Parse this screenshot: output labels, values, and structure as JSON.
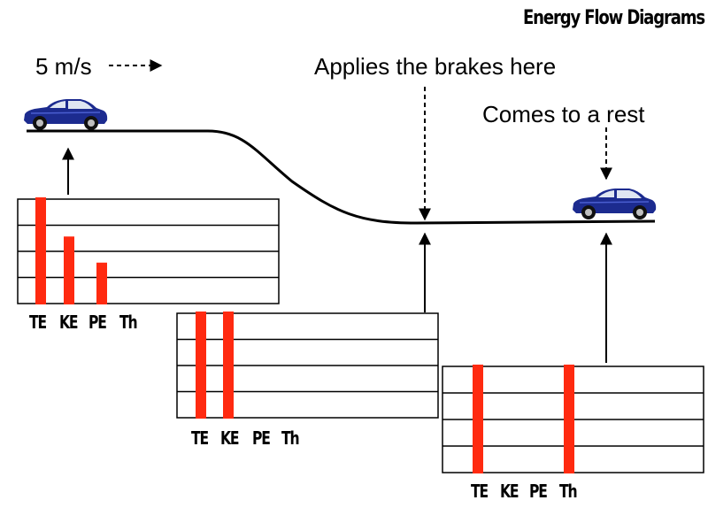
{
  "title": "Energy Flow Diagrams",
  "annotations": {
    "speed": "5 m/s",
    "brakes": "Applies the brakes here",
    "rest": "Comes to a rest"
  },
  "colors": {
    "bar": "#ff2a10",
    "car_body": "#1c2b8f",
    "line": "#000000"
  },
  "icons": [
    "car-icon",
    "car-icon"
  ],
  "chart_data": [
    {
      "type": "bar",
      "categories": [
        "TE",
        "KE",
        "PE",
        "Th"
      ],
      "series": [
        {
          "values": [
            4,
            2.5,
            1.5,
            0
          ]
        }
      ],
      "ylim": [
        0,
        4
      ]
    },
    {
      "type": "bar",
      "categories": [
        "TE",
        "KE",
        "PE",
        "Th"
      ],
      "series": [
        {
          "values": [
            4,
            4,
            0,
            0
          ]
        }
      ],
      "ylim": [
        0,
        4
      ]
    },
    {
      "type": "bar",
      "categories": [
        "TE",
        "KE",
        "PE",
        "Th"
      ],
      "series": [
        {
          "values": [
            4,
            0,
            0,
            4
          ]
        }
      ],
      "ylim": [
        0,
        4
      ]
    }
  ]
}
